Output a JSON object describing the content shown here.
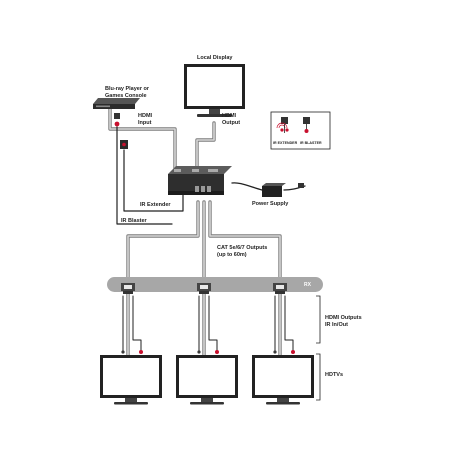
{
  "labels": {
    "local_display": "Local Display",
    "source_device": "Blu-ray Player or\nGames Console",
    "hdmi_input": "HDMI\nInput",
    "hdmi_output": "HDMI\nOutput",
    "ir_extender": "IR Extender",
    "ir_blaster": "IR Blaster",
    "power_supply": "Power Supply",
    "cat_outputs": "CAT 5e/6/7 Outputs\n(up to 60m)",
    "rx": "RX",
    "hdmi_outputs_ir": "HDMI Outputs\nIR In/Out",
    "hdtvs": "HDTVs"
  },
  "legend": {
    "ir_extender": "IR EXTENDER",
    "ir_blaster": "IR BLASTER"
  },
  "colors": {
    "cable_gray": "#b3b3b3",
    "device_dark": "#2e2e2e",
    "rx_band": "#a7a7a7",
    "ir_red": "#c8102e",
    "ir_dot_dark": "#3a3a3a"
  }
}
